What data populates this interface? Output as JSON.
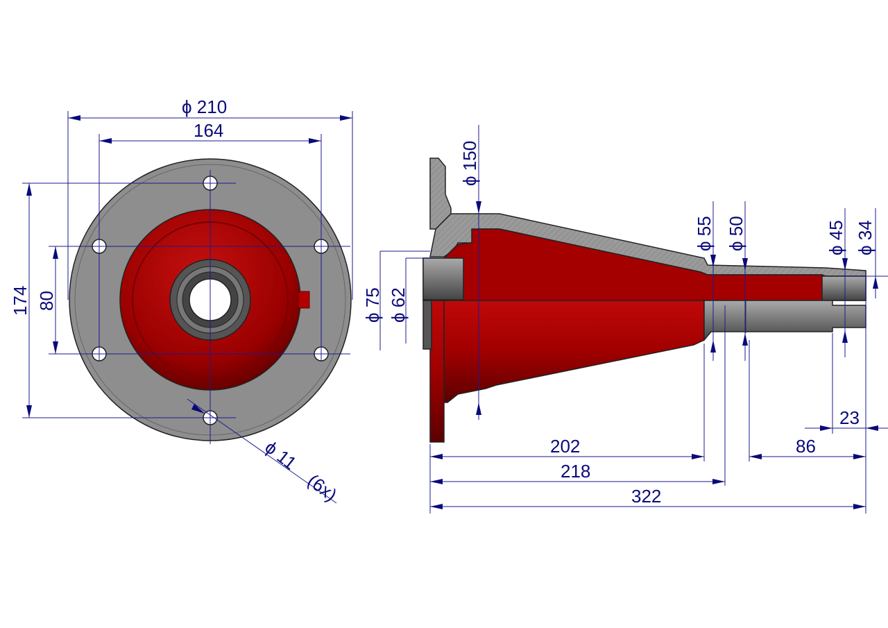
{
  "front_view": {
    "outer_diameter": "ϕ 210",
    "bolt_circle": "164",
    "hole_span_vertical": "174",
    "hole_span_short": "80",
    "hole_diameter": "ϕ 11",
    "hole_count": "(6x)"
  },
  "side_view": {
    "flange_diameter": "ϕ 150",
    "bore_outer": "ϕ 75",
    "bore_inner": "ϕ 62",
    "shaft_1": "ϕ 55",
    "shaft_2": "ϕ 50",
    "shaft_3": "ϕ 45",
    "shaft_4": "ϕ 34",
    "len_23": "23",
    "len_86": "86",
    "len_202": "202",
    "len_218": "218",
    "len_322": "322"
  },
  "colors": {
    "body_red": "#b00000",
    "steel_gray": "#8a8a8a",
    "dim_blue": "#0a0a7a"
  }
}
